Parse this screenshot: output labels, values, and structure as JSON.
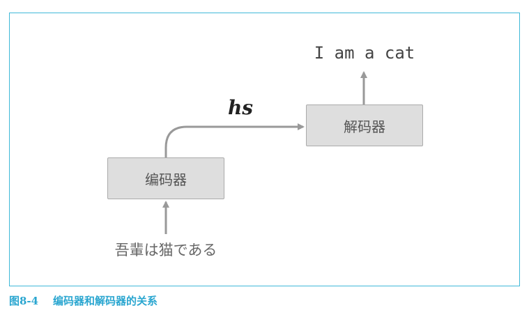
{
  "diagram": {
    "input_text": "吾輩は猫である",
    "encoder_label": "编码器",
    "decoder_label": "解码器",
    "hidden_state_label": "hs",
    "output_text": "I am a cat"
  },
  "caption": {
    "figure_number": "图8-4",
    "title": "编码器和解码器的关系"
  },
  "colors": {
    "frame_border": "#3fb8d8",
    "caption": "#2aa6d0",
    "box_fill": "#dedede",
    "arrow": "#999999"
  }
}
